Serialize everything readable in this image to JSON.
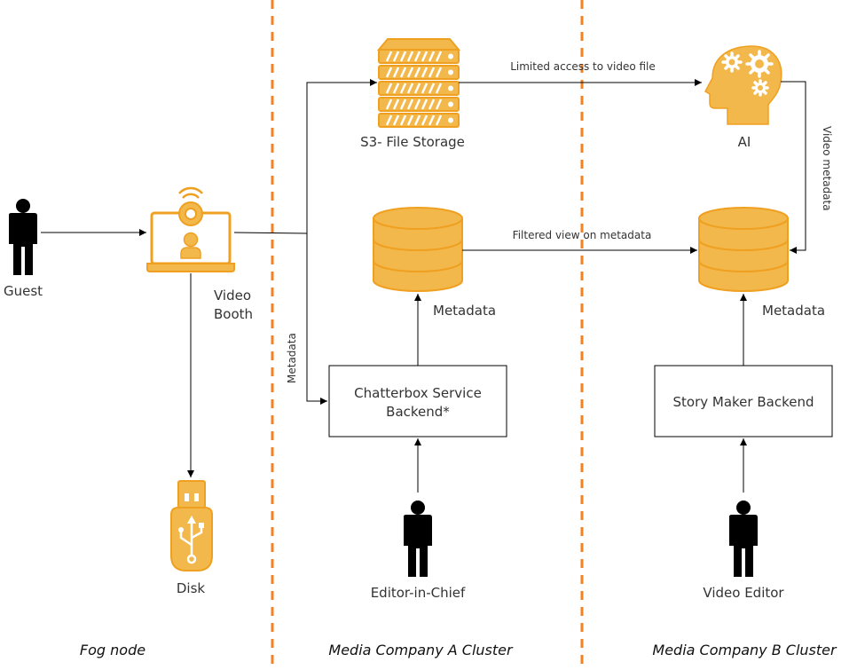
{
  "colors": {
    "accent": "#f2b84b",
    "accent_stroke": "#f0a020",
    "divider": "#f58220",
    "line": "#000000",
    "person": "#000000"
  },
  "zones": {
    "fog": "Fog node",
    "company_a": "Media Company A Cluster",
    "company_b": "Media Company B Cluster"
  },
  "nodes": {
    "guest": {
      "label": "Guest",
      "icon": "person-icon"
    },
    "video_booth": {
      "label_line1": "Video",
      "label_line2": "Booth",
      "icon": "laptop-webcam-icon"
    },
    "disk": {
      "label": "Disk",
      "icon": "usb-drive-icon"
    },
    "s3": {
      "label": "S3- File Storage",
      "icon": "server-rack-icon"
    },
    "metadata_a": {
      "label": "Metadata",
      "icon": "database-icon"
    },
    "chatterbox": {
      "label_line1": "Chatterbox Service",
      "label_line2": "Backend*"
    },
    "editor_in_chief": {
      "label": "Editor-in-Chief",
      "icon": "person-icon"
    },
    "ai": {
      "label": "AI",
      "icon": "head-gears-icon"
    },
    "metadata_b": {
      "label": "Metadata",
      "icon": "database-icon"
    },
    "story_maker": {
      "label": "Story Maker Backend"
    },
    "video_editor": {
      "label": "Video Editor",
      "icon": "person-icon"
    }
  },
  "edges": {
    "limited_access": "Limited access to video file",
    "filtered_view": "Filtered view on metadata",
    "video_metadata": "Video metadata",
    "metadata": "Metadata"
  }
}
